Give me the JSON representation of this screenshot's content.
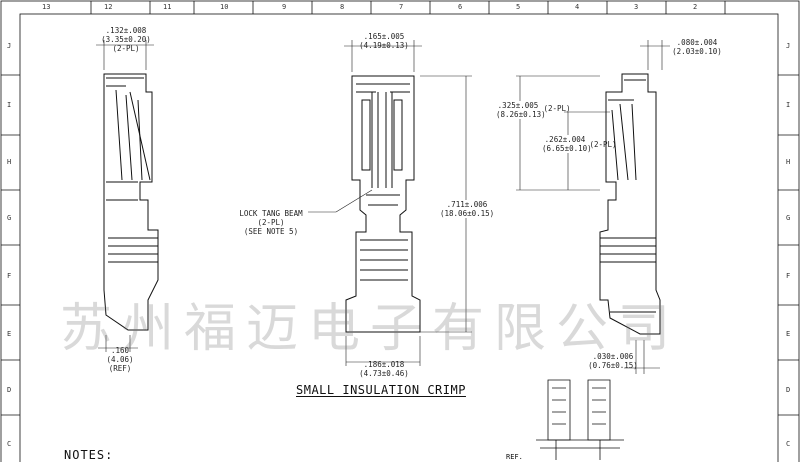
{
  "column_labels": [
    "13",
    "12",
    "11",
    "10",
    "9",
    "8",
    "7",
    "6",
    "5",
    "4",
    "3",
    "2"
  ],
  "row_labels": [
    "J",
    "I",
    "H",
    "G",
    "F",
    "E",
    "D",
    "C"
  ],
  "dimensions": {
    "width_left": {
      "inch": ".132±.008",
      "mm": "(3.35±0.20)",
      "note": "(2-PL)"
    },
    "width_center_top": {
      "inch": ".165±.005",
      "mm": "(4.19±0.13)"
    },
    "length_total": {
      "inch": ".711±.006",
      "mm": "(18.06±0.15)"
    },
    "width_center_bottom": {
      "inch": ".186±.018",
      "mm": "(4.73±0.46)"
    },
    "ref_left": {
      "inch": ".160",
      "mm": "(4.06)",
      "note": "(REF)"
    },
    "height_right_a": {
      "inch": ".325±.005",
      "mm": "(8.26±0.13)",
      "note": "(2-PL)"
    },
    "height_right_b": {
      "inch": ".262±.004",
      "mm": "(6.65±0.10)",
      "note": "(2-PL)"
    },
    "width_right_top": {
      "inch": ".080±.004",
      "mm": "(2.03±0.10)"
    },
    "width_right_bottom": {
      "inch": ".030±.006",
      "mm": "(0.76±0.15)"
    }
  },
  "callout": {
    "line1": "LOCK TANG BEAM",
    "line2": "(2-PL)",
    "line3": "(SEE NOTE 5)"
  },
  "title": "SMALL INSULATION CRIMP",
  "notes_heading": "NOTES:",
  "ref_label": "REF.",
  "watermark": "苏州福迈电子有限公司"
}
